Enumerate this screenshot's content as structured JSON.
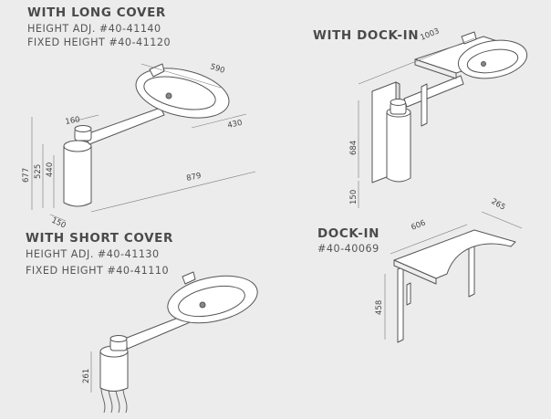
{
  "sections": {
    "long_cover": {
      "title": "WITH LONG COVER",
      "line1": "HEIGHT ADJ.  #40-41140",
      "line2": "FIXED HEIGHT #40-41120",
      "dims": [
        "590",
        "160",
        "430",
        "677",
        "525",
        "440",
        "879",
        "150"
      ]
    },
    "short_cover": {
      "title": "WITH SHORT COVER",
      "line1": "HEIGHT ADJ.  #40-41130",
      "line2": "FIXED HEIGHT #40-41110",
      "dims": [
        "261"
      ]
    },
    "dock_in_combo": {
      "title": "WITH DOCK-IN",
      "dims": [
        "1003",
        "684",
        "150"
      ]
    },
    "dock_in": {
      "title": "DOCK-IN",
      "line1": "#40-40069",
      "dims": [
        "606",
        "265",
        "458"
      ]
    }
  },
  "colors": {
    "line": "#555555",
    "fill": "#ffffff",
    "text": "#4a4a4a",
    "background": "#ececec"
  }
}
